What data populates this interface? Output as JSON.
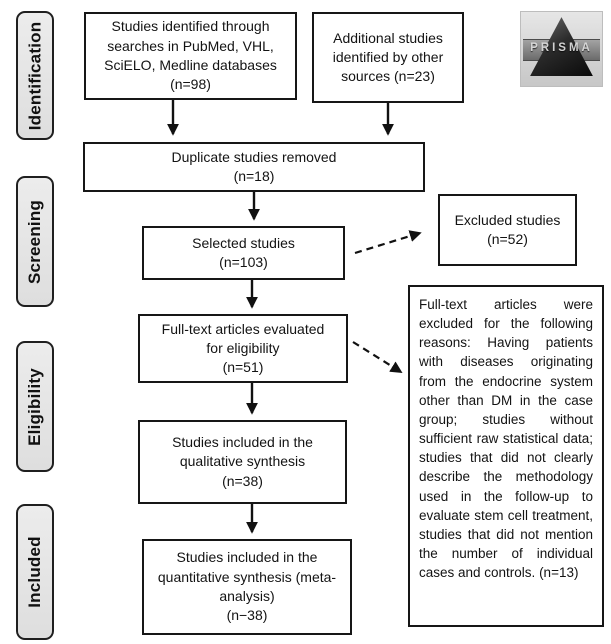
{
  "diagram": {
    "kind": "PRISMA flow diagram",
    "logo_text": "PRISMA",
    "colors": {
      "box_border": "#161616",
      "box_fill": "#ffffff",
      "stage_fill": "#e7e7e7",
      "arrow": "#111111",
      "text": "#131313"
    }
  },
  "sidebar": {
    "stages": [
      {
        "label": "Identification"
      },
      {
        "label": "Screening"
      },
      {
        "label": "Eligibility"
      },
      {
        "label": "Included"
      }
    ]
  },
  "boxes": {
    "identified": "Studies identified through\nsearches in PubMed, VHL,\nSciELO, Medline databases\n(n=98)",
    "additional": "Additional studies\nidentified by other\nsources (n=23)",
    "duplicates": "Duplicate studies removed\n(n=18)",
    "selected": "Selected studies\n(n=103)",
    "excluded": "Excluded studies\n(n=52)",
    "fulltext": "Full-text articles evaluated\nfor eligibility\n(n=51)",
    "qualitative": "Studies included in the\nqualitative synthesis\n(n=38)",
    "quantitative": "Studies included in the\nquantitative synthesis (meta-\nanalysis)\n(n−38)",
    "exclusion_reasons": "Full-text articles were excluded for the following reasons: Having patients with diseases originating from the endocrine system other than DM in the case group; studies without sufficient raw statistical data; studies that did not clearly describe the methodology used in the follow-up to evaluate stem cell treatment, studies that did not mention the number of individual cases and controls. (n=13)"
  },
  "counts": {
    "identified": 98,
    "additional_sources": 23,
    "duplicates_removed": 18,
    "selected": 103,
    "excluded": 52,
    "full_text_evaluated": 51,
    "qualitative_synthesis": 38,
    "quantitative_synthesis": 38,
    "full_text_excluded": 13
  }
}
